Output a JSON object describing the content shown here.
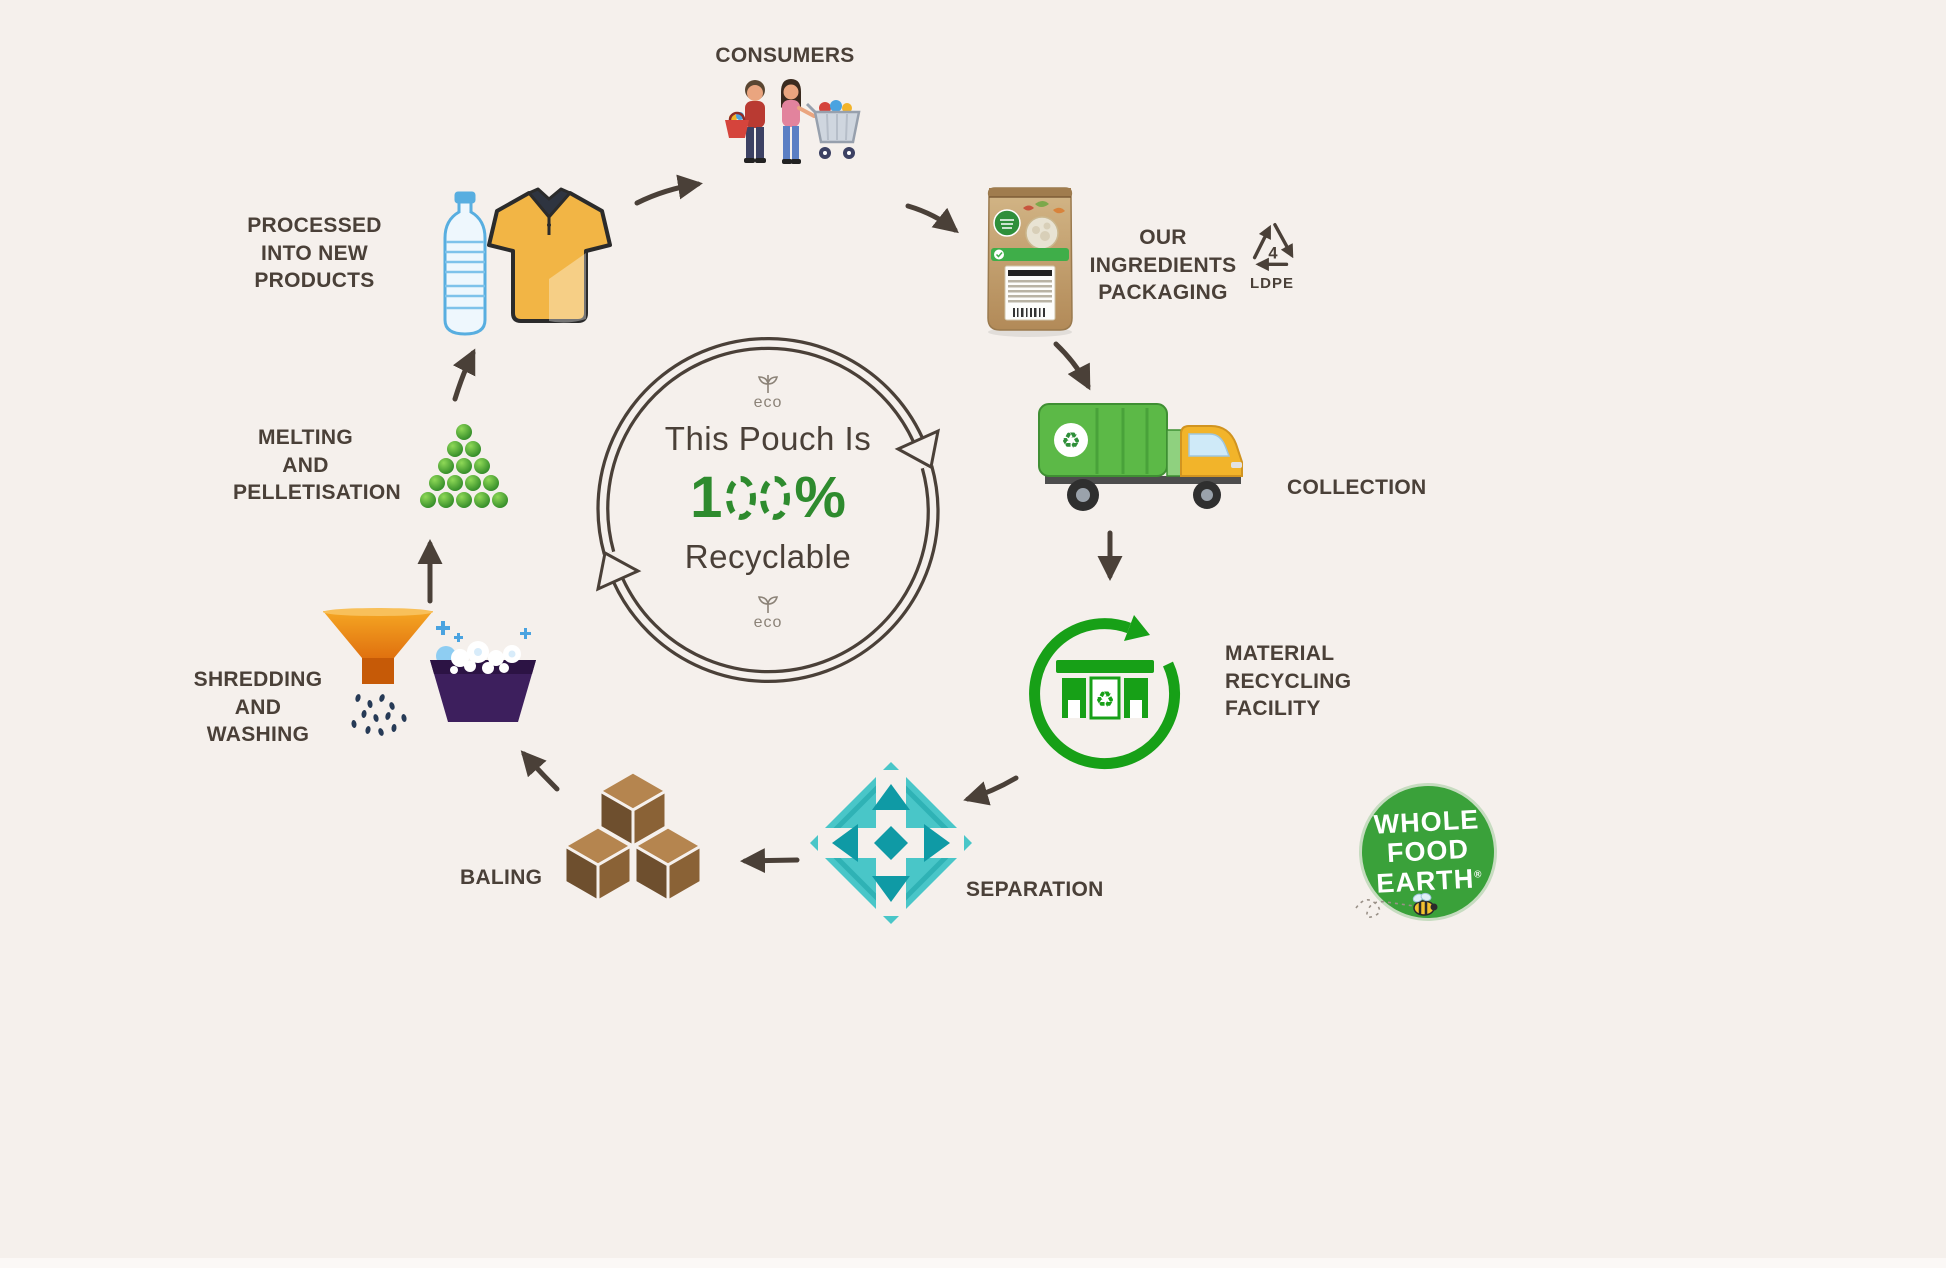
{
  "background_color": "#f5f0ec",
  "text_color": "#4a4038",
  "accent_green": "#2e8b2e",
  "center_badge": {
    "line1": "This Pouch Is",
    "percent_one": "1",
    "percent_sign": "%",
    "percent_full": "100%",
    "line3": "Recyclable",
    "eco_top": "eco",
    "eco_bottom": "eco"
  },
  "stages": {
    "consumers": "CONSUMERS",
    "packaging": "OUR INGREDIENTS\nPACKAGING",
    "collection": "COLLECTION",
    "mrf": "MATERIAL\nRECYCLING\nFACILITY",
    "separation": "SEPARATION",
    "baling": "BALING",
    "shredding": "SHREDDING\nAND WASHING",
    "melting": "MELTING\nAND\nPELLETISATION",
    "new_products": "PROCESSED\nINTO NEW PRODUCTS"
  },
  "ldpe": {
    "number": "4",
    "code": "LDPE"
  },
  "logo": {
    "line1": "WHOLE",
    "line2": "FOOD",
    "line3": "EARTH",
    "registered": "®"
  },
  "icons": {
    "recycle_glyph": "♻",
    "consumers": "shoppers-with-cart-icon",
    "packaging": "kraft-pouch-icon",
    "ldpe": "ldpe-recycling-triangle-icon",
    "collection": "garbage-truck-icon",
    "mrf": "recycling-facility-icon",
    "separation": "separation-arrows-icon",
    "baling": "bale-cubes-icon",
    "shredding": "funnel-shredder-icon",
    "washing": "wash-basin-icon",
    "melting": "pellet-pyramid-icon",
    "new_products": "bottle-and-tshirt-icon",
    "eco": "eco-leaf-icon",
    "logo": "whole-food-earth-logo",
    "bee": "bee-icon"
  }
}
